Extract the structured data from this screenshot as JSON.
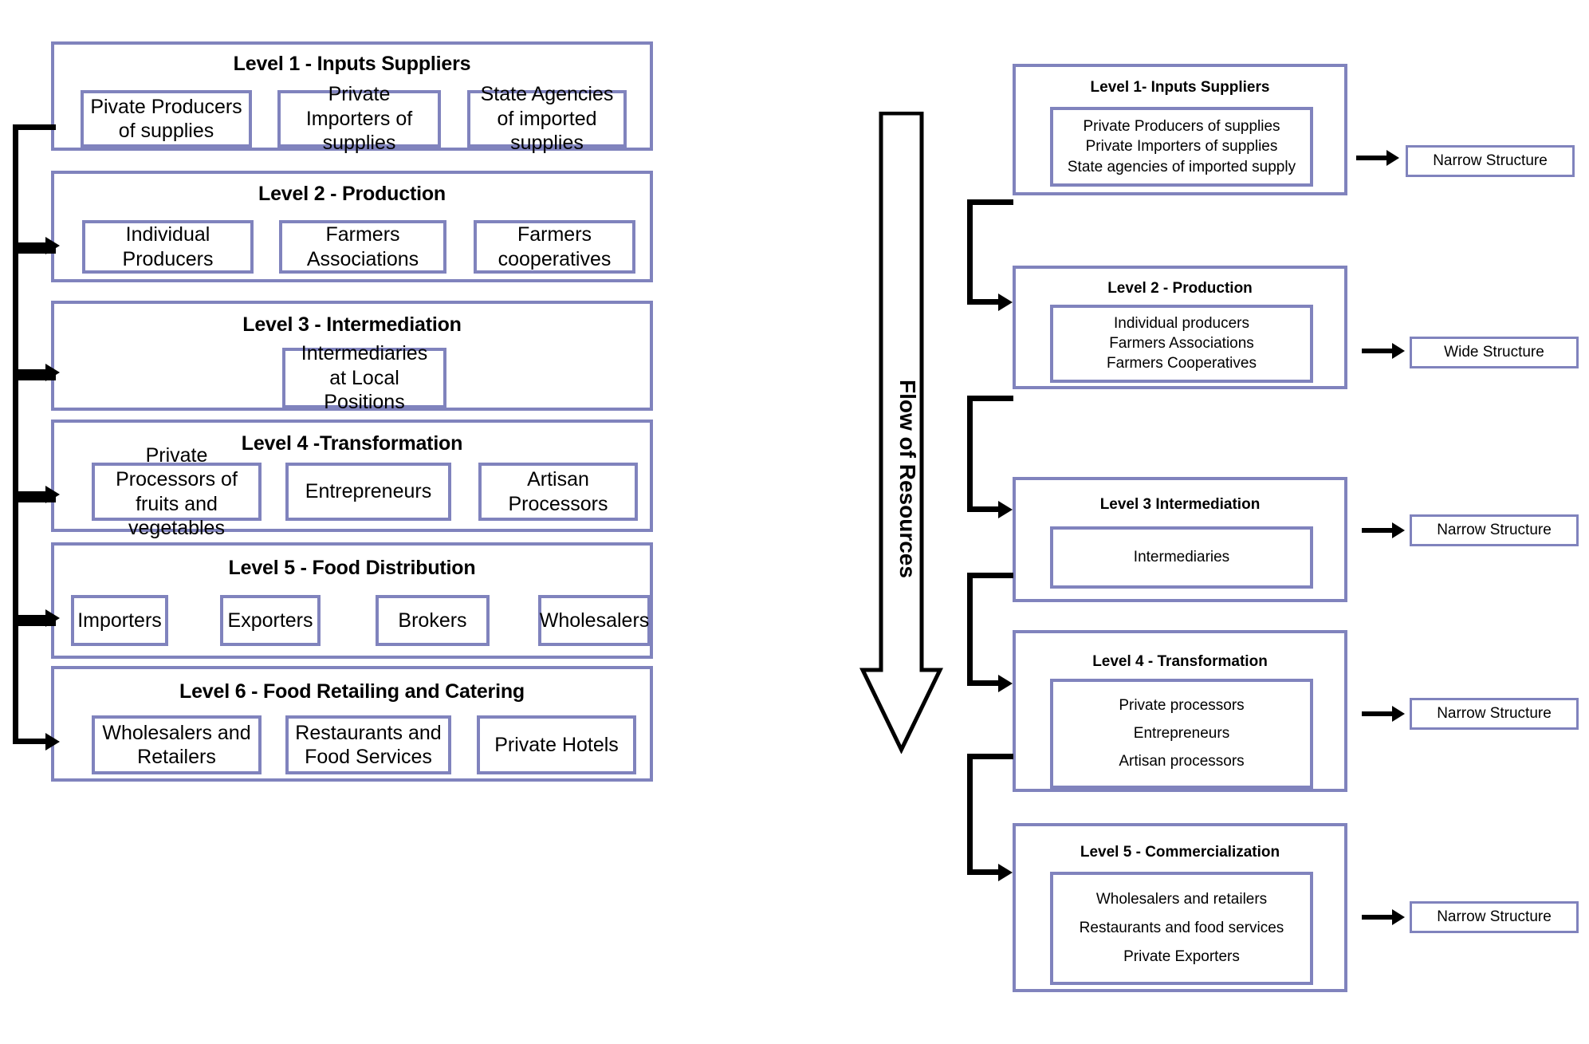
{
  "diagram": {
    "title_internal": "Food supply chain levels comparison",
    "accent_color": "#8083bd",
    "connector_color": "#000000"
  },
  "flow": {
    "label": "Flow of Resources",
    "direction": "down",
    "icon": "down-arrow-icon"
  },
  "left_column": {
    "levels": [
      {
        "title": "Level 1 - Inputs Suppliers",
        "items": [
          "Pivate Producers of supplies",
          "Private Importers of supplies",
          "State Agencies of imported supplies"
        ]
      },
      {
        "title": "Level 2 - Production",
        "items": [
          "Individual Producers",
          "Farmers Associations",
          "Farmers cooperatives"
        ]
      },
      {
        "title": "Level 3 - Intermediation",
        "items": [
          "Intermediaries at Local Positions"
        ]
      },
      {
        "title": "Level 4 -Transformation",
        "items": [
          "Private Processors of fruits and vegetables",
          "Entrepreneurs",
          "Artisan Processors"
        ]
      },
      {
        "title": "Level 5 - Food Distribution",
        "items": [
          "Importers",
          "Exporters",
          "Brokers",
          "Wholesalers"
        ]
      },
      {
        "title": "Level 6 - Food Retailing and Catering",
        "items": [
          "Wholesalers and Retailers",
          "Restaurants and Food Services",
          "Private Hotels"
        ]
      }
    ]
  },
  "right_column": {
    "levels": [
      {
        "title": "Level 1- Inputs Suppliers",
        "items": [
          "Private Producers of supplies",
          "Private Importers of supplies",
          "State agencies of imported supply"
        ],
        "structure": "Narrow Structure"
      },
      {
        "title": "Level 2  - Production",
        "items": [
          "Individual producers",
          "Farmers Associations",
          "Farmers Cooperatives"
        ],
        "structure": "Wide Structure"
      },
      {
        "title": "Level 3 Intermediation",
        "items": [
          "Intermediaries"
        ],
        "structure": "Narrow Structure"
      },
      {
        "title": "Level 4 - Transformation",
        "items": [
          "Private processors",
          "Entrepreneurs",
          "Artisan processors"
        ],
        "structure": "Narrow Structure"
      },
      {
        "title": "Level 5 - Commercialization",
        "items": [
          "Wholesalers and retailers",
          "Restaurants and food services",
          "Private Exporters"
        ],
        "structure": "Narrow Structure"
      }
    ]
  }
}
